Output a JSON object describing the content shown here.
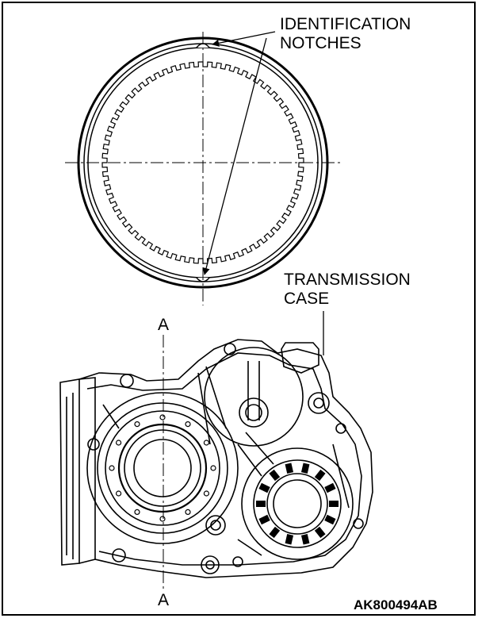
{
  "labels": {
    "identification_line1": "IDENTIFICATION",
    "identification_line2": "NOTCHES",
    "case_line1": "TRANSMISSION",
    "case_line2": "CASE",
    "section_top": "A",
    "section_bottom": "A",
    "figure_code": "AK800494AB"
  }
}
